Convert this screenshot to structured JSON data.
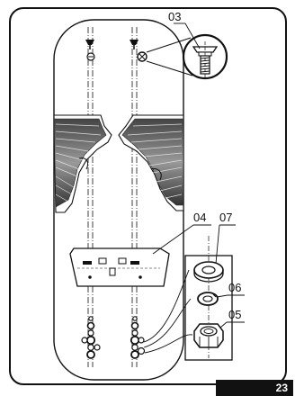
{
  "diagram": {
    "callouts": {
      "screw": "03",
      "bracket": "04",
      "washer": "07",
      "spring_washer": "06",
      "nut": "05"
    }
  },
  "page": {
    "number": "23"
  },
  "colors": {
    "ink": "#111111",
    "panel_fill": "#ffffff",
    "rib_dark": "#333333",
    "rib_mid": "#777777",
    "rib_light": "#bbbbbb"
  }
}
